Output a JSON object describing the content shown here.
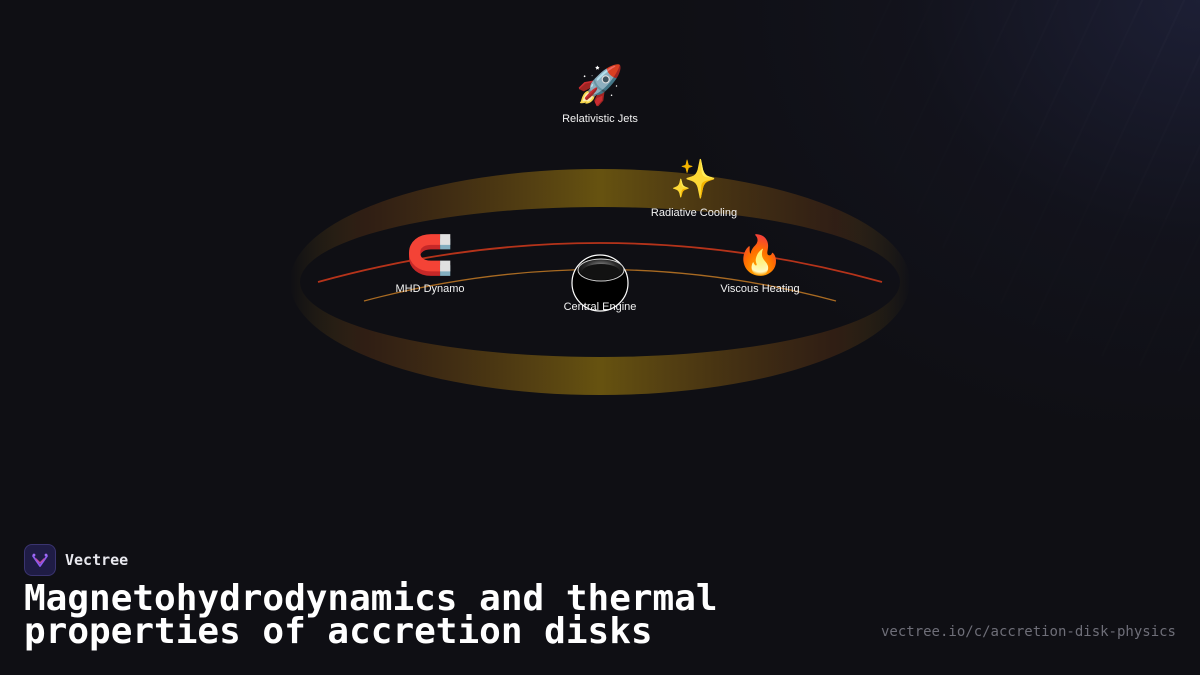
{
  "diagram": {
    "nodes": [
      {
        "id": "relativistic-jets",
        "icon": "rocket-icon",
        "glyph": "🚀",
        "label": "Relativistic Jets"
      },
      {
        "id": "radiative-cooling",
        "icon": "sparkles-icon",
        "glyph": "✨",
        "label": "Radiative Cooling"
      },
      {
        "id": "mhd-dynamo",
        "icon": "magnet-icon",
        "glyph": "🧲",
        "label": "MHD Dynamo"
      },
      {
        "id": "viscous-heating",
        "icon": "fire-icon",
        "glyph": "🔥",
        "label": "Viscous Heating"
      },
      {
        "id": "central-engine",
        "icon": "black-hole-icon",
        "label": "Central Engine"
      }
    ],
    "colors": {
      "disk_glow": "#6b5610",
      "outer_arc": "#b5331a",
      "inner_arc": "#a86a22"
    }
  },
  "brand": {
    "name": "Vectree",
    "logo_icon": "vectree-logo-icon"
  },
  "title": "Magnetohydrodynamics and thermal properties of accretion disks",
  "url": "vectree.io/c/accretion-disk-physics"
}
